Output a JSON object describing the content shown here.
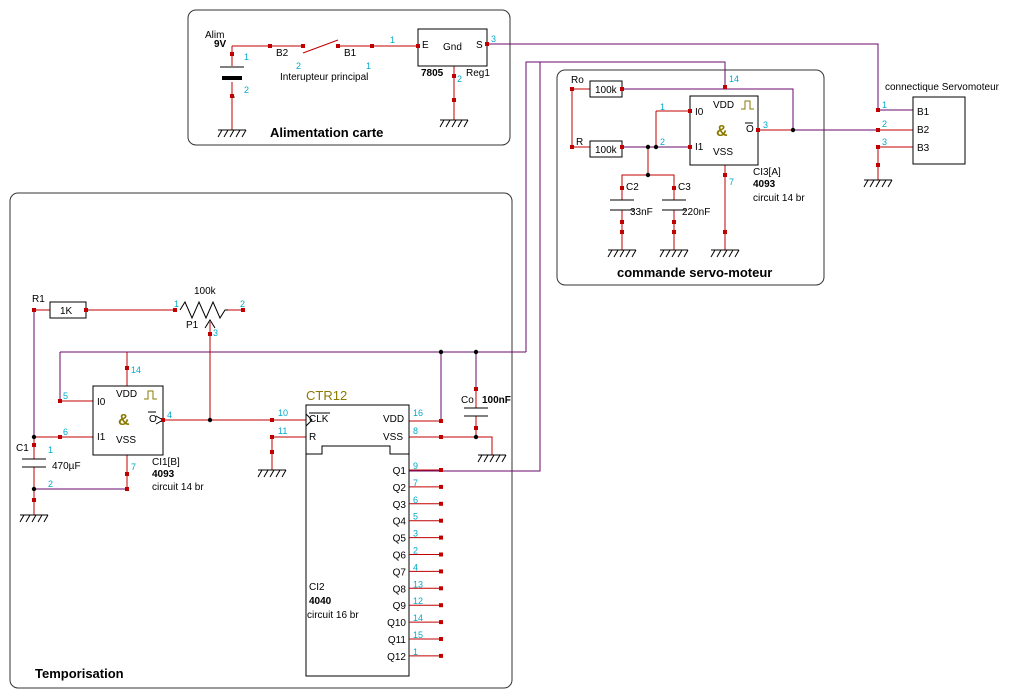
{
  "colors": {
    "wire": "#c00000",
    "net": "#6a0a6a",
    "pin": "#00aacc",
    "olive": "#8a7a00"
  },
  "alim": {
    "title": "Alimentation carte",
    "bat_name": "Alim",
    "bat_value": "9V",
    "bat_pin1": "1",
    "bat_pin2": "2",
    "bat_minus": "-",
    "sw_left": "B2",
    "sw_right": "B1",
    "sw_pin2": "2",
    "sw_pin1": "1",
    "sw_label": "Interupteur principal",
    "reg_e": "E",
    "reg_gnd": "Gnd",
    "reg_s": "S",
    "reg_pin1": "1",
    "reg_pin2": "2",
    "reg_pin3": "3",
    "reg_part": "7805",
    "reg_name": "Reg1"
  },
  "servo": {
    "title": "commande servo-moteur",
    "ro_name": "Ro",
    "ro_value": "100k",
    "r_name": "R",
    "r_value": "100k",
    "c2_name": "C2",
    "c2_value": "33nF",
    "c3_name": "C3",
    "c3_value": "220nF",
    "vdd": "VDD",
    "vss": "VSS",
    "i0": "I0",
    "i1": "I1",
    "out": "O",
    "amp": "&",
    "pin_i0": "1",
    "pin_i1": "2",
    "pin_out": "3",
    "pin_vdd": "14",
    "pin_vss": "7",
    "ic_name": "CI3[A]",
    "ic_part": "4093",
    "ic_pack": "circuit 14 br"
  },
  "connector": {
    "title": "connectique Servomoteur",
    "pins": [
      "B1",
      "B2",
      "B3"
    ],
    "nums": [
      "1",
      "2",
      "3"
    ]
  },
  "tempo": {
    "title": "Temporisation",
    "r1_name": "R1",
    "r1_value": "1K",
    "p1_name": "P1",
    "p1_value": "100k",
    "p1_pin1": "1",
    "p1_pin2": "2",
    "p1_pin3": "3",
    "c1_name": "C1",
    "c1_value": "470µF",
    "c1_pin1": "1",
    "c1_pin2": "2",
    "co_name": "Co",
    "co_value": "100nF",
    "nand_vdd": "VDD",
    "nand_vss": "VSS",
    "nand_i0": "I0",
    "nand_i1": "I1",
    "nand_out": "O",
    "nand_amp": "&",
    "nand_pin_i0": "5",
    "nand_pin_i1": "6",
    "nand_pin_out": "4",
    "nand_pin_vdd": "14",
    "nand_pin_vss": "7",
    "nand_name": "CI1[B]",
    "nand_part": "4093",
    "nand_pack": "circuit 14 br",
    "ctr_title": "CTR12",
    "ctr_clk": "CLK",
    "ctr_r": "R",
    "ctr_vdd": "VDD",
    "ctr_vss": "VSS",
    "ctr_pin_clk": "10",
    "ctr_pin_r": "11",
    "ctr_pin_vdd": "16",
    "ctr_pin_vss": "8",
    "ctr_name": "CI2",
    "ctr_part": "4040",
    "ctr_pack": "circuit 16 br",
    "outputs": [
      {
        "label": "Q1",
        "pin": "9"
      },
      {
        "label": "Q2",
        "pin": "7"
      },
      {
        "label": "Q3",
        "pin": "6"
      },
      {
        "label": "Q4",
        "pin": "5"
      },
      {
        "label": "Q5",
        "pin": "3"
      },
      {
        "label": "Q6",
        "pin": "2"
      },
      {
        "label": "Q7",
        "pin": "4"
      },
      {
        "label": "Q8",
        "pin": "13"
      },
      {
        "label": "Q9",
        "pin": "12"
      },
      {
        "label": "Q10",
        "pin": "14"
      },
      {
        "label": "Q11",
        "pin": "15"
      },
      {
        "label": "Q12",
        "pin": "1"
      }
    ]
  }
}
